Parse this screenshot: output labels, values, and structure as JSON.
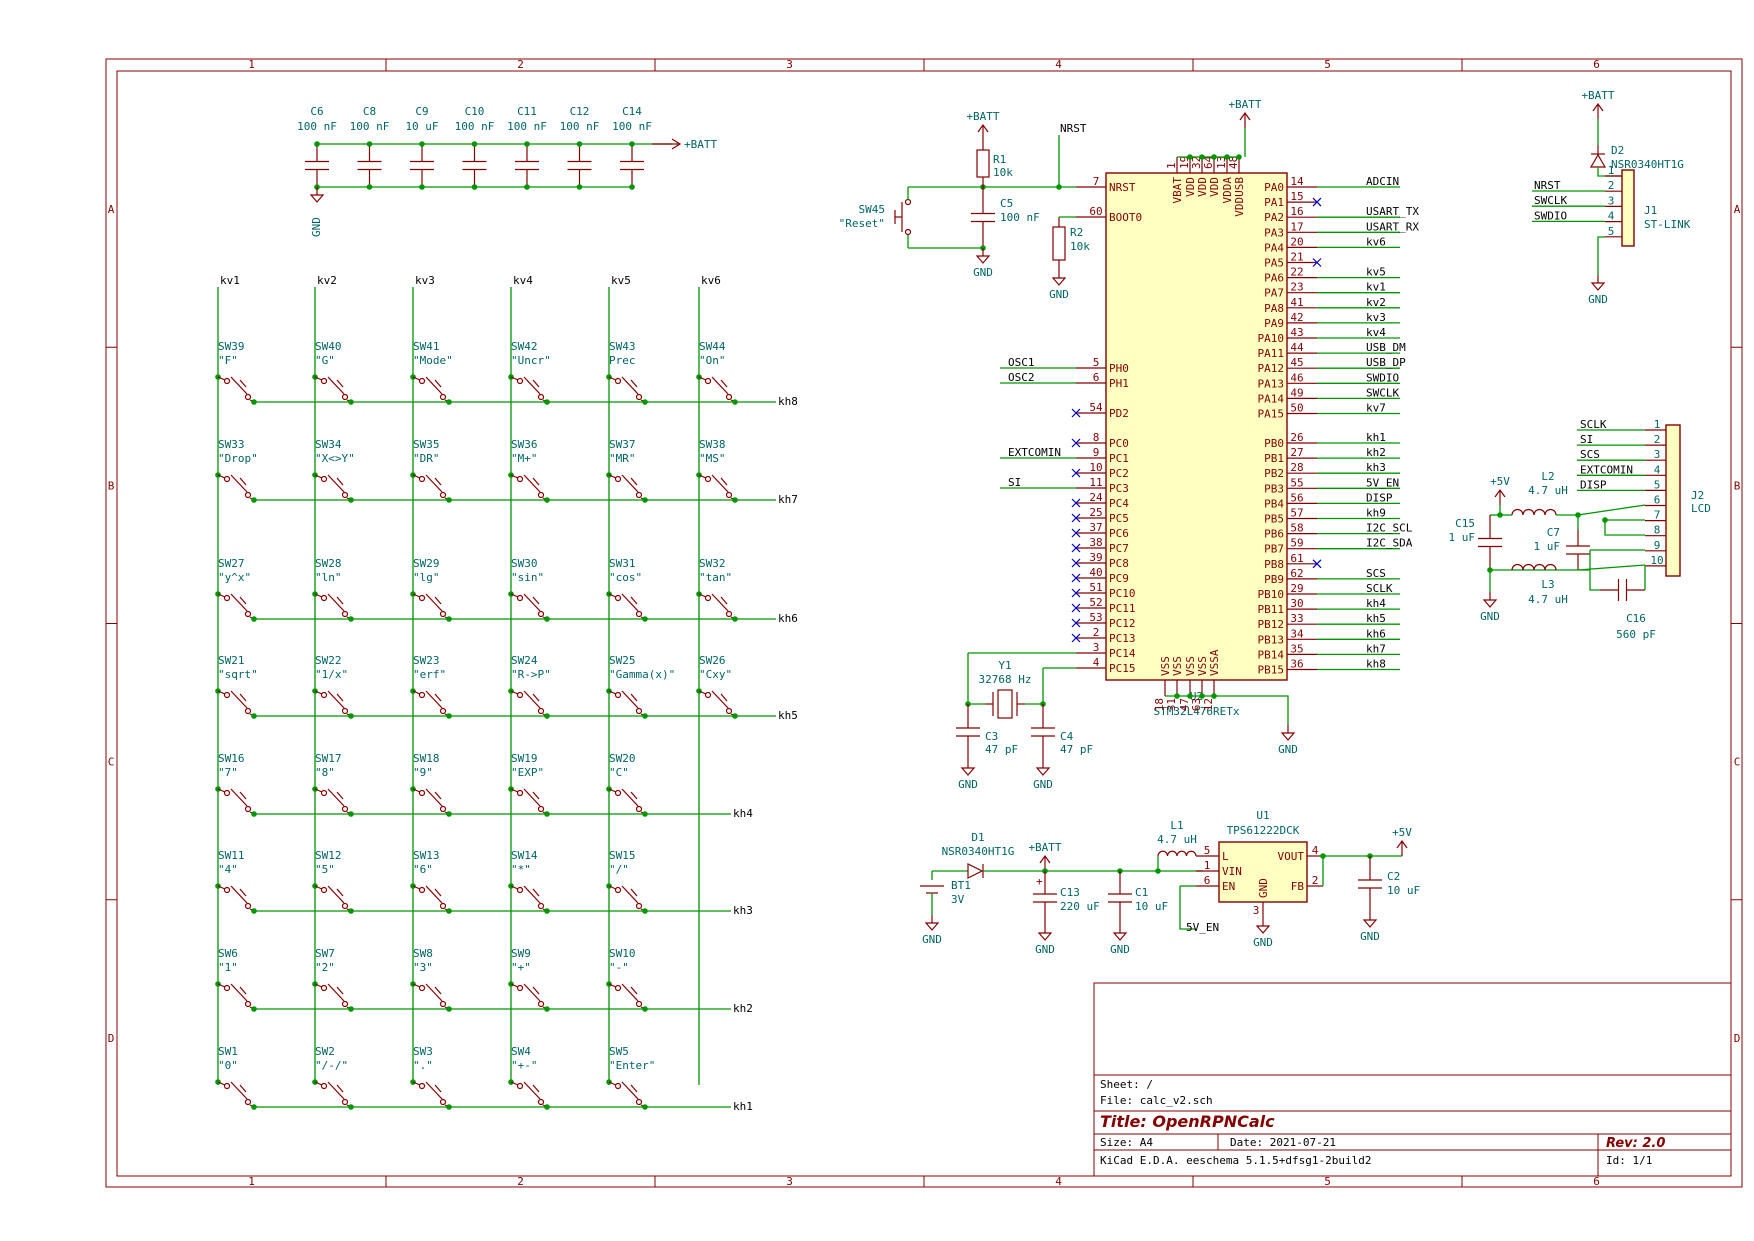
{
  "frame": {
    "columns": [
      "1",
      "2",
      "3",
      "4",
      "5",
      "6"
    ],
    "rows": [
      "A",
      "B",
      "C",
      "D"
    ]
  },
  "title_block": {
    "sheet": "Sheet: /",
    "file": "File: calc_v2.sch",
    "title": "Title: OpenRPNCalc",
    "size": "Size: A4",
    "date": "Date: 2021-07-21",
    "rev": "Rev: 2.0",
    "tool": "KiCad E.D.A.  eeschema 5.1.5+dfsg1-2build2",
    "id": "Id: 1/1"
  },
  "decoupling": {
    "caps": [
      {
        "ref": "C6",
        "value": "100 nF"
      },
      {
        "ref": "C8",
        "value": "100 nF"
      },
      {
        "ref": "C9",
        "value": "10 uF"
      },
      {
        "ref": "C10",
        "value": "100 nF"
      },
      {
        "ref": "C11",
        "value": "100 nF"
      },
      {
        "ref": "C12",
        "value": "100 nF"
      },
      {
        "ref": "C14",
        "value": "100 nF"
      }
    ],
    "power": "+BATT",
    "gnd": "GND"
  },
  "keypad": {
    "columns": [
      "kv1",
      "kv2",
      "kv3",
      "kv4",
      "kv5",
      "kv6"
    ],
    "rows": [
      {
        "net": "kh8",
        "keys": [
          [
            "SW39",
            "\"F\""
          ],
          [
            "SW40",
            "\"G\""
          ],
          [
            "SW41",
            "\"Mode\""
          ],
          [
            "SW42",
            "\"Uncr\""
          ],
          [
            "SW43",
            "Prec"
          ],
          [
            "SW44",
            "\"On\""
          ]
        ]
      },
      {
        "net": "kh7",
        "keys": [
          [
            "SW33",
            "\"Drop\""
          ],
          [
            "SW34",
            "\"X<>Y\""
          ],
          [
            "SW35",
            "\"DR\""
          ],
          [
            "SW36",
            "\"M+\""
          ],
          [
            "SW37",
            "\"MR\""
          ],
          [
            "SW38",
            "\"MS\""
          ]
        ]
      },
      {
        "net": "kh6",
        "keys": [
          [
            "SW27",
            "\"y^x\""
          ],
          [
            "SW28",
            "\"ln\""
          ],
          [
            "SW29",
            "\"lg\""
          ],
          [
            "SW30",
            "\"sin\""
          ],
          [
            "SW31",
            "\"cos\""
          ],
          [
            "SW32",
            "\"tan\""
          ]
        ]
      },
      {
        "net": "kh5",
        "keys": [
          [
            "SW21",
            "\"sqrt\""
          ],
          [
            "SW22",
            "\"1/x\""
          ],
          [
            "SW23",
            "\"erf\""
          ],
          [
            "SW24",
            "\"R->P\""
          ],
          [
            "SW25",
            "\"Gamma(x)\""
          ],
          [
            "SW26",
            "\"Cxy\""
          ]
        ]
      },
      {
        "net": "kh4",
        "keys": [
          [
            "SW16",
            "\"7\""
          ],
          [
            "SW17",
            "\"8\""
          ],
          [
            "SW18",
            "\"9\""
          ],
          [
            "SW19",
            "\"EXP\""
          ],
          [
            "SW20",
            "\"C\""
          ]
        ]
      },
      {
        "net": "kh3",
        "keys": [
          [
            "SW11",
            "\"4\""
          ],
          [
            "SW12",
            "\"5\""
          ],
          [
            "SW13",
            "\"6\""
          ],
          [
            "SW14",
            "\"*\""
          ],
          [
            "SW15",
            "\"/\""
          ]
        ]
      },
      {
        "net": "kh2",
        "keys": [
          [
            "SW6",
            "\"1\""
          ],
          [
            "SW7",
            "\"2\""
          ],
          [
            "SW8",
            "\"3\""
          ],
          [
            "SW9",
            "\"+\""
          ],
          [
            "SW10",
            "\"-\""
          ]
        ]
      },
      {
        "net": "kh1",
        "keys": [
          [
            "SW1",
            "\"0\""
          ],
          [
            "SW2",
            "\"/-/\""
          ],
          [
            "SW3",
            "\".\""
          ],
          [
            "SW4",
            "\"+-\""
          ],
          [
            "SW5",
            "\"Enter\""
          ]
        ]
      }
    ]
  },
  "mcu": {
    "ref": "U2",
    "value": "STM32L476RETx",
    "left_pins": [
      {
        "num": "7",
        "name": "NRST",
        "net": ""
      },
      {
        "num": "60",
        "name": "BOOT0",
        "net": ""
      },
      {
        "num": "5",
        "name": "PH0",
        "net": "OSC1"
      },
      {
        "num": "6",
        "name": "PH1",
        "net": "OSC2"
      },
      {
        "num": "54",
        "name": "PD2",
        "net": ""
      },
      {
        "num": "8",
        "name": "PC0",
        "net": ""
      },
      {
        "num": "9",
        "name": "PC1",
        "net": "EXTCOMIN"
      },
      {
        "num": "10",
        "name": "PC2",
        "net": ""
      },
      {
        "num": "11",
        "name": "PC3",
        "net": "SI"
      },
      {
        "num": "24",
        "name": "PC4",
        "net": ""
      },
      {
        "num": "25",
        "name": "PC5",
        "net": ""
      },
      {
        "num": "37",
        "name": "PC6",
        "net": ""
      },
      {
        "num": "38",
        "name": "PC7",
        "net": ""
      },
      {
        "num": "39",
        "name": "PC8",
        "net": ""
      },
      {
        "num": "40",
        "name": "PC9",
        "net": ""
      },
      {
        "num": "51",
        "name": "PC10",
        "net": ""
      },
      {
        "num": "52",
        "name": "PC11",
        "net": ""
      },
      {
        "num": "53",
        "name": "PC12",
        "net": ""
      },
      {
        "num": "2",
        "name": "PC13",
        "net": ""
      },
      {
        "num": "3",
        "name": "PC14",
        "net": ""
      },
      {
        "num": "4",
        "name": "PC15",
        "net": ""
      }
    ],
    "right_pins": [
      {
        "num": "14",
        "name": "PA0",
        "net": "ADCIN"
      },
      {
        "num": "15",
        "name": "PA1",
        "net": ""
      },
      {
        "num": "16",
        "name": "PA2",
        "net": "USART_TX"
      },
      {
        "num": "17",
        "name": "PA3",
        "net": "USART_RX"
      },
      {
        "num": "20",
        "name": "PA4",
        "net": "kv6"
      },
      {
        "num": "21",
        "name": "PA5",
        "net": ""
      },
      {
        "num": "22",
        "name": "PA6",
        "net": "kv5"
      },
      {
        "num": "23",
        "name": "PA7",
        "net": "kv1"
      },
      {
        "num": "41",
        "name": "PA8",
        "net": "kv2"
      },
      {
        "num": "42",
        "name": "PA9",
        "net": "kv3"
      },
      {
        "num": "43",
        "name": "PA10",
        "net": "kv4"
      },
      {
        "num": "44",
        "name": "PA11",
        "net": "USB_DM"
      },
      {
        "num": "45",
        "name": "PA12",
        "net": "USB_DP"
      },
      {
        "num": "46",
        "name": "PA13",
        "net": "SWDIO"
      },
      {
        "num": "49",
        "name": "PA14",
        "net": "SWCLK"
      },
      {
        "num": "50",
        "name": "PA15",
        "net": "kv7"
      },
      {
        "num": "26",
        "name": "PB0",
        "net": "kh1"
      },
      {
        "num": "27",
        "name": "PB1",
        "net": "kh2"
      },
      {
        "num": "28",
        "name": "PB2",
        "net": "kh3"
      },
      {
        "num": "55",
        "name": "PB3",
        "net": "5V_EN"
      },
      {
        "num": "56",
        "name": "PB4",
        "net": "DISP"
      },
      {
        "num": "57",
        "name": "PB5",
        "net": "kh9"
      },
      {
        "num": "58",
        "name": "PB6",
        "net": "I2C_SCL"
      },
      {
        "num": "59",
        "name": "PB7",
        "net": "I2C_SDA"
      },
      {
        "num": "61",
        "name": "PB8",
        "net": ""
      },
      {
        "num": "62",
        "name": "PB9",
        "net": "SCS"
      },
      {
        "num": "29",
        "name": "PB10",
        "net": "SCLK"
      },
      {
        "num": "30",
        "name": "PB11",
        "net": "kh4"
      },
      {
        "num": "33",
        "name": "PB12",
        "net": "kh5"
      },
      {
        "num": "34",
        "name": "PB13",
        "net": "kh6"
      },
      {
        "num": "35",
        "name": "PB14",
        "net": "kh7"
      },
      {
        "num": "36",
        "name": "PB15",
        "net": "kh8"
      }
    ],
    "top_pins": [
      {
        "num": "1",
        "name": "VBAT"
      },
      {
        "num": "19",
        "name": "VDD"
      },
      {
        "num": "32",
        "name": "VDD"
      },
      {
        "num": "64",
        "name": "VDD"
      },
      {
        "num": "13",
        "name": "VDDA"
      },
      {
        "num": "48",
        "name": "VDDUSB"
      }
    ],
    "bottom_pins": [
      {
        "num": "18",
        "name": "VSS"
      },
      {
        "num": "31",
        "name": "VSS"
      },
      {
        "num": "47",
        "name": "VSS"
      },
      {
        "num": "63",
        "name": "VSS"
      },
      {
        "num": "12",
        "name": "VSSA"
      }
    ]
  },
  "reset": {
    "nrst": "NRST",
    "batt": "+BATT",
    "r1": {
      "ref": "R1",
      "value": "10k"
    },
    "c5": {
      "ref": "C5",
      "value": "100 nF"
    },
    "r2": {
      "ref": "R2",
      "value": "10k"
    },
    "sw": {
      "ref": "SW45",
      "value": "\"Reset\""
    },
    "gnd": "GND"
  },
  "crystal": {
    "y1": {
      "ref": "Y1",
      "value": "32768 Hz"
    },
    "c3": {
      "ref": "C3",
      "value": "47 pF"
    },
    "c4": {
      "ref": "C4",
      "value": "47 pF"
    },
    "gnd": "GND"
  },
  "mcu_gnd": "GND",
  "mcu_batt": "+BATT",
  "stlink": {
    "batt": "+BATT",
    "d2": {
      "ref": "D2",
      "value": "NSR0340HT1G"
    },
    "j1": {
      "ref": "J1",
      "value": "ST-LINK"
    },
    "nets": [
      "NRST",
      "SWCLK",
      "SWDIO"
    ],
    "pins": [
      "1",
      "2",
      "3",
      "4",
      "5"
    ],
    "gnd": "GND"
  },
  "lcd": {
    "j2": {
      "ref": "J2",
      "value": "LCD"
    },
    "nets": [
      "SCLK",
      "SI",
      "SCS",
      "EXTCOMIN",
      "DISP"
    ],
    "pins": [
      "1",
      "2",
      "3",
      "4",
      "5",
      "6",
      "7",
      "8",
      "9",
      "10"
    ],
    "v5": "+5V",
    "l2": {
      "ref": "L2",
      "value": "4.7 uH"
    },
    "l3": {
      "ref": "L3",
      "value": "4.7 uH"
    },
    "c7": {
      "ref": "C7",
      "value": "1 uF"
    },
    "c15": {
      "ref": "C15",
      "value": "1 uF"
    },
    "c16": {
      "ref": "C16",
      "value": "560 pF"
    },
    "gnd": "GND"
  },
  "boost": {
    "u1": {
      "ref": "U1",
      "value": "TPS61222DCK"
    },
    "d1": {
      "ref": "D1",
      "value": "NSR0340HT1G"
    },
    "bt1": {
      "ref": "BT1",
      "value": "3V"
    },
    "c13": {
      "ref": "C13",
      "value": "220 uF"
    },
    "c1": {
      "ref": "C1",
      "value": "10 uF"
    },
    "l1": {
      "ref": "L1",
      "value": "4.7 uH"
    },
    "c2": {
      "ref": "C2",
      "value": "10 uF"
    },
    "batt": "+BATT",
    "v5": "+5V",
    "en_net": "5V_EN",
    "gnd": "GND",
    "pins": {
      "L": "L",
      "VIN": "VIN",
      "EN": "EN",
      "VOUT": "VOUT",
      "FB": "FB",
      "GND": "GND"
    },
    "pin_nums": {
      "L": "5",
      "VIN": "1",
      "EN": "6",
      "VOUT": "4",
      "FB": "2",
      "GND": "3"
    }
  }
}
